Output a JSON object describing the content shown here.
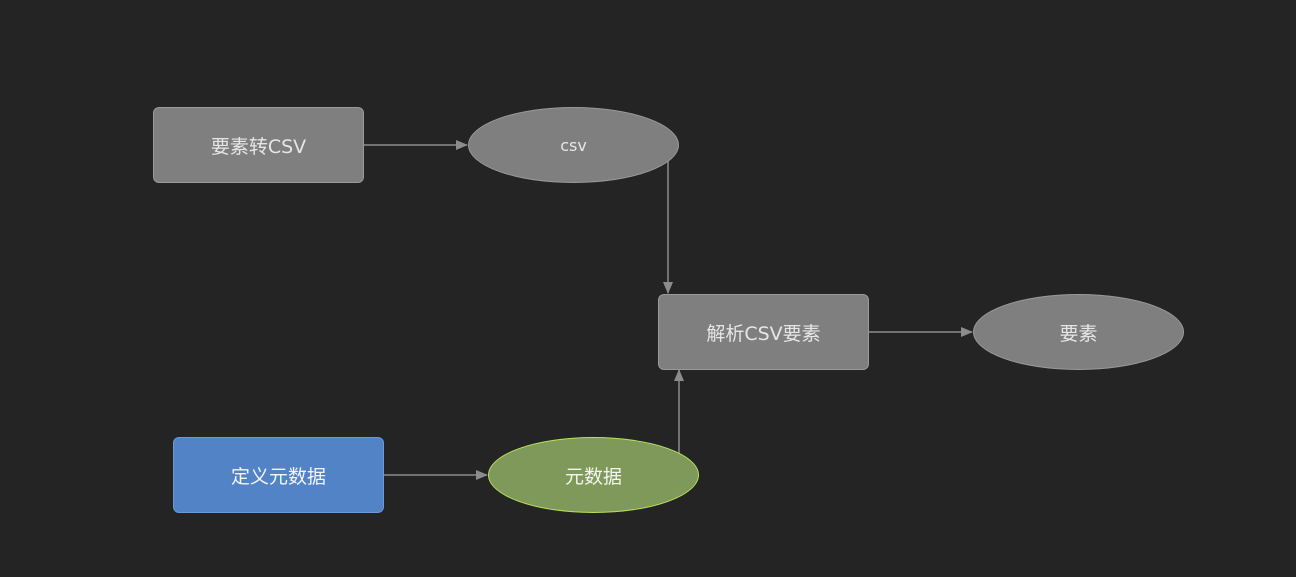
{
  "diagram": {
    "nodes": {
      "features_to_csv": {
        "label": "要素转CSV",
        "shape": "rectangle",
        "color": "#7f7f7f"
      },
      "csv": {
        "label": "csv",
        "shape": "ellipse",
        "color": "#7f7f7f"
      },
      "parse_csv_features": {
        "label": "解析CSV要素",
        "shape": "rectangle",
        "color": "#7f7f7f"
      },
      "features": {
        "label": "要素",
        "shape": "ellipse",
        "color": "#7f7f7f"
      },
      "define_metadata": {
        "label": "定义元数据",
        "shape": "rectangle",
        "color": "#5183c6"
      },
      "metadata": {
        "label": "元数据",
        "shape": "ellipse",
        "color": "#7f995a"
      }
    },
    "edges": [
      {
        "from": "features_to_csv",
        "to": "csv"
      },
      {
        "from": "csv",
        "to": "parse_csv_features"
      },
      {
        "from": "parse_csv_features",
        "to": "features"
      },
      {
        "from": "define_metadata",
        "to": "metadata"
      },
      {
        "from": "metadata",
        "to": "parse_csv_features"
      }
    ],
    "edge_color": "#8c8c8c",
    "background_color": "#242424"
  }
}
